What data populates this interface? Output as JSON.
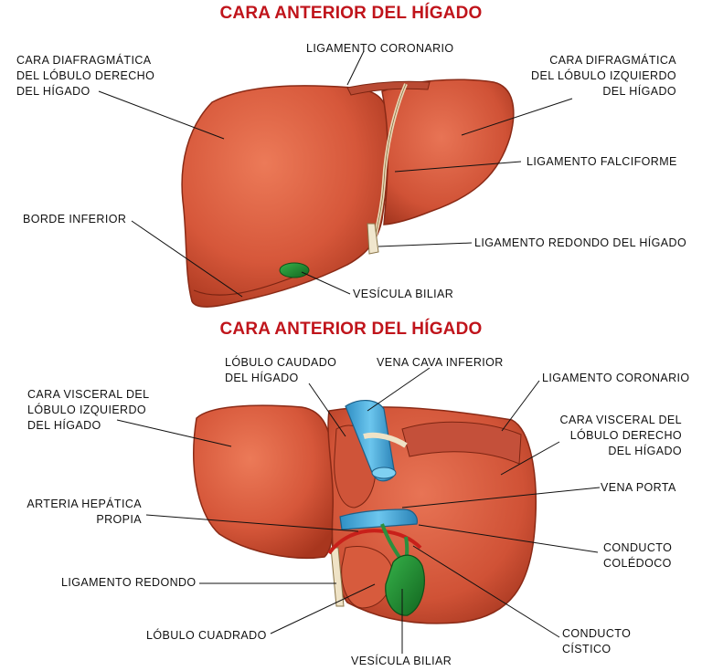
{
  "titles": {
    "top": "CARA ANTERIOR DEL HÍGADO",
    "bottom": "CARA ANTERIOR DEL HÍGADO"
  },
  "top_labels": {
    "cara_diafragmatica_derecho": [
      "CARA DIAFRAGMÁTICA",
      "DEL LÓBULO DERECHO",
      "DEL HÍGADO"
    ],
    "ligamento_coronario": "LIGAMENTO CORONARIO",
    "cara_difragmatica_izquierdo": [
      "CARA DIFRAGMÁTICA",
      "DEL LÓBULO IZQUIERDO",
      "DEL HÍGADO"
    ],
    "ligamento_falciforme": "LIGAMENTO FALCIFORME",
    "borde_inferior": "BORDE INFERIOR",
    "ligamento_redondo_del_higado": "LIGAMENTO REDONDO DEL HÍGADO",
    "vesicula_biliar": "VESÍCULA BILIAR"
  },
  "bottom_labels": {
    "lobulo_caudado": [
      "LÓBULO CAUDADO",
      "DEL HÍGADO"
    ],
    "vena_cava_inferior": "VENA CAVA INFERIOR",
    "ligamento_coronario": "LIGAMENTO CORONARIO",
    "cara_visceral_izquierdo": [
      "CARA VISCERAL DEL",
      "LÓBULO IZQUIERDO",
      "DEL HÍGADO"
    ],
    "cara_visceral_derecho": [
      "CARA VISCERAL DEL",
      "LÓBULO DERECHO",
      "DEL HÍGADO"
    ],
    "vena_porta": "VENA PORTA",
    "arteria_hepatica": [
      "ARTERIA HEPÁTICA",
      "PROPIA"
    ],
    "conducto_coledoco": [
      "CONDUCTO",
      "COLÉDOCO"
    ],
    "ligamento_redondo": "LIGAMENTO REDONDO",
    "lobulo_cuadrado": "LÓBULO CUADRADO",
    "conducto_cistico": [
      "CONDUCTO",
      "CÍSTICO"
    ],
    "vesicula_biliar": "VESÍCULA BILIAR"
  },
  "colors": {
    "title": "#c0141b",
    "liver": "#d95a3c",
    "liver_dark": "#a9361f",
    "gallbladder": "#1f8a2e",
    "vein_blue": "#3aa6d8",
    "artery_red": "#c8201a",
    "ligament": "#e9dfc4"
  }
}
